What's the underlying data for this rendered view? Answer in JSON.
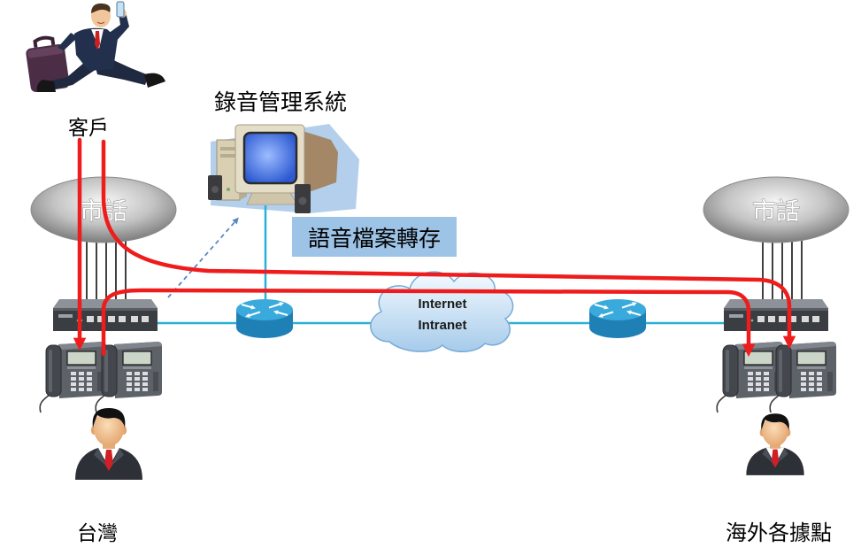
{
  "labels": {
    "customer": "客戶",
    "recording_system": "錄音管理系統",
    "file_transfer": "語音檔案轉存",
    "taiwan": "台灣",
    "overseas": "海外各據點"
  },
  "pstn": {
    "left": "市話",
    "right": "市話"
  },
  "network_cloud": {
    "line1": "Internet",
    "line2": "Intranet"
  },
  "colors": {
    "call_path": "#ee1c1c",
    "network_link": "#2ab0d8",
    "transfer_box": "#9dc3e6",
    "router": "#3aa9dc"
  },
  "icons": {
    "customer": "businessman-running-icon",
    "recorder": "computer-icon",
    "router": "router-icon",
    "gateway": "voip-gateway-icon",
    "phone": "ip-phone-icon",
    "agent": "person-icon"
  }
}
